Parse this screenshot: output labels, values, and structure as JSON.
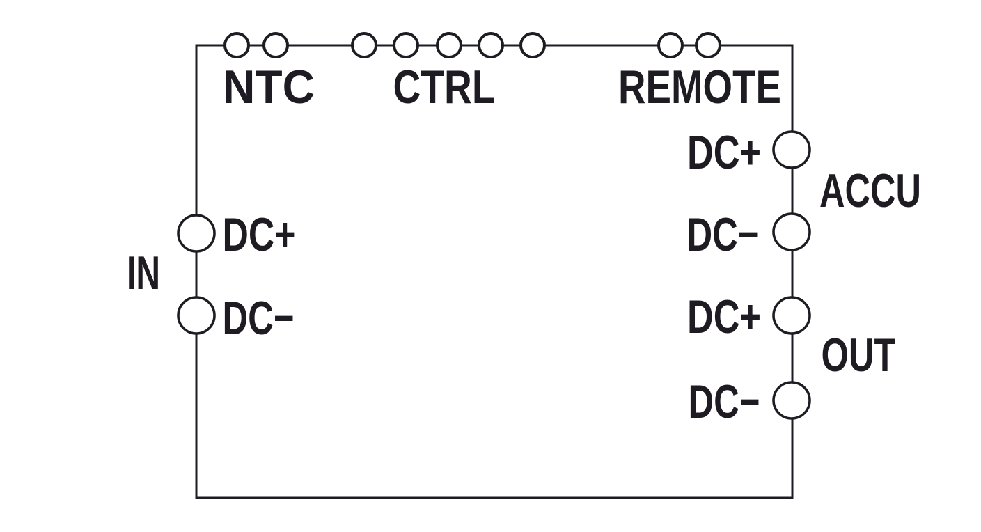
{
  "diagram": {
    "type": "terminal-connection-diagram",
    "background_color": "#ffffff",
    "line_color": "#1e1c22",
    "top_groups": [
      {
        "id": "ntc",
        "label": "NTC",
        "terminal_count": 2
      },
      {
        "id": "ctrl",
        "label": "CTRL",
        "terminal_count": 5
      },
      {
        "id": "remote",
        "label": "REMOTE",
        "terminal_count": 2
      }
    ],
    "left_group": {
      "id": "in",
      "label": "IN",
      "terminals": [
        {
          "label": "DC+"
        },
        {
          "label": "DC−"
        }
      ]
    },
    "right_groups": [
      {
        "id": "accu",
        "label": "ACCU",
        "terminals": [
          {
            "label": "DC+"
          },
          {
            "label": "DC−"
          }
        ]
      },
      {
        "id": "out",
        "label": "OUT",
        "terminals": [
          {
            "label": "DC+"
          },
          {
            "label": "DC−"
          }
        ]
      }
    ]
  }
}
